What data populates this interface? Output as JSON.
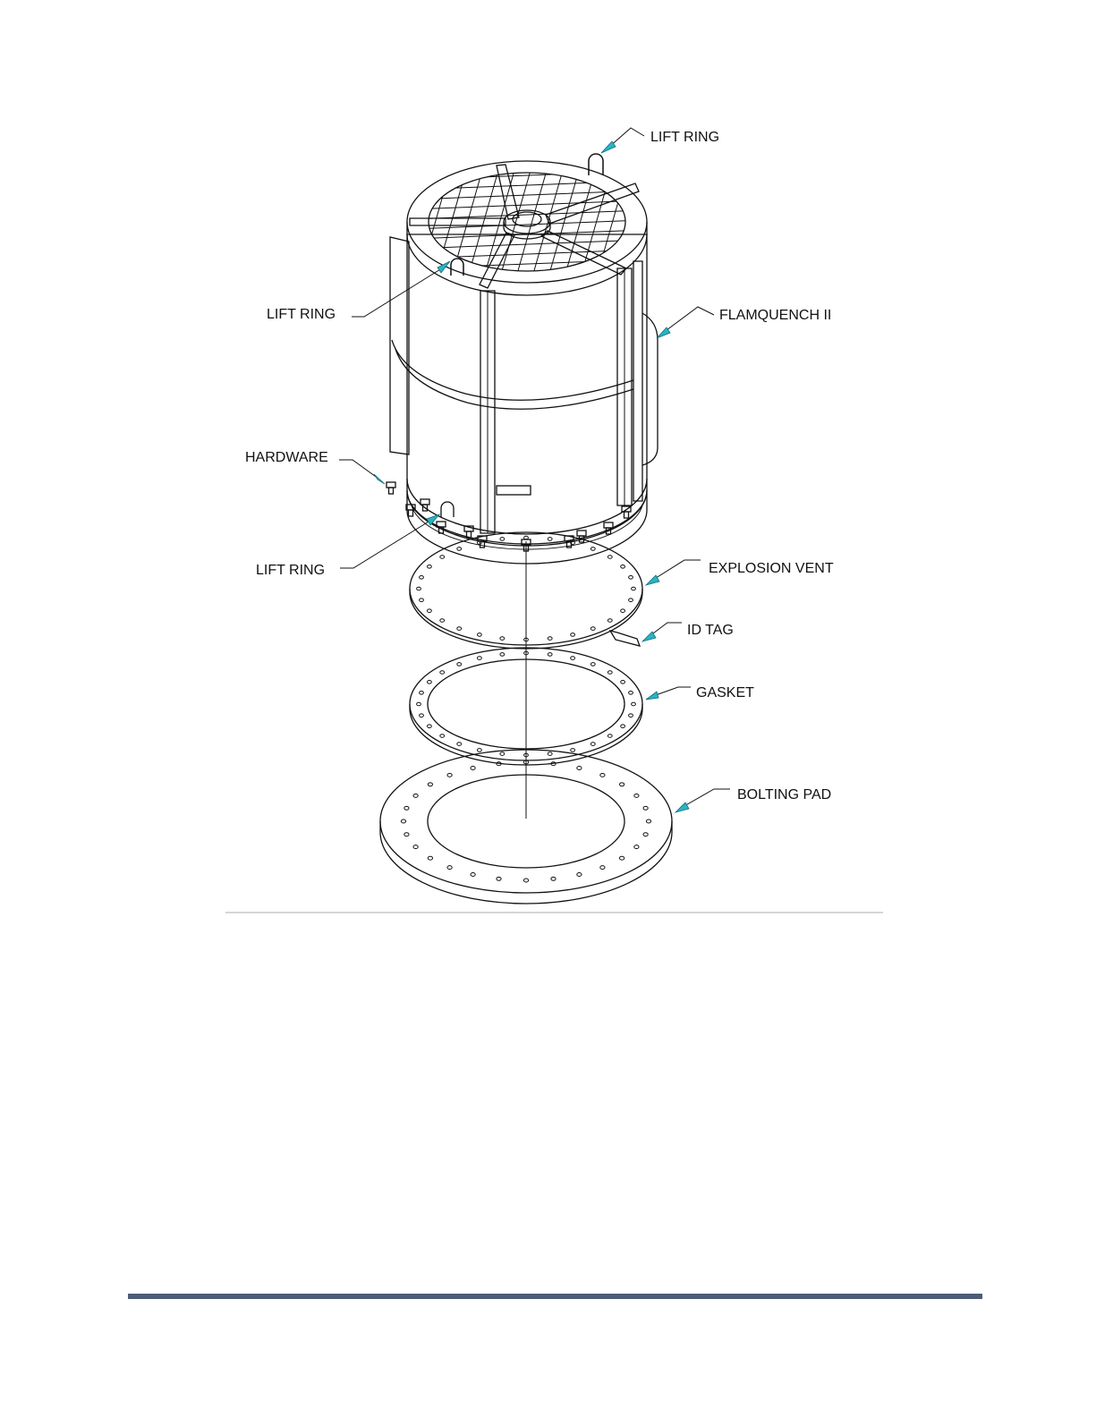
{
  "diagram": {
    "labels": {
      "lift_ring_top": "LIFT RING",
      "lift_ring_left": "LIFT RING",
      "flamquench": "FLAMQUENCH II",
      "hardware": "HARDWARE",
      "lift_ring_bottom": "LIFT RING",
      "explosion_vent": "EXPLOSION VENT",
      "id_tag": "ID TAG",
      "gasket": "GASKET",
      "bolting_pad": "BOLTING PAD"
    },
    "arrow_color": "#2ab3c4",
    "footer_rule_color": "#4d5b78"
  }
}
